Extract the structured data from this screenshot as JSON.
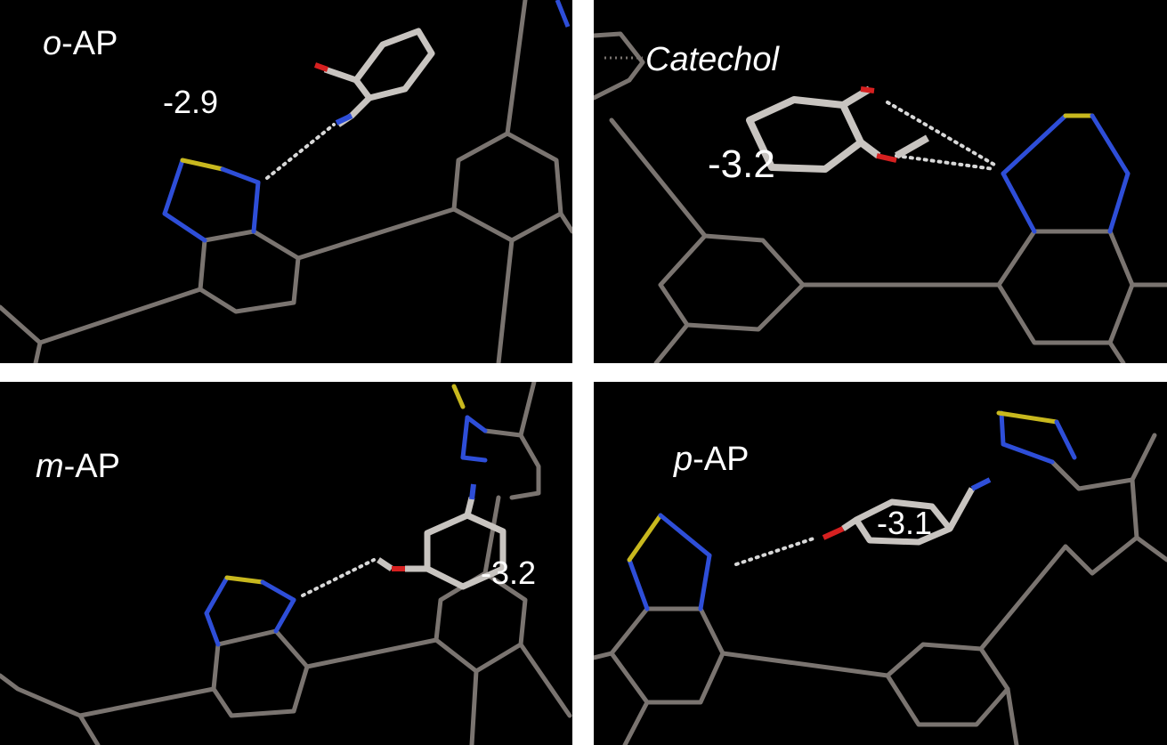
{
  "colors": {
    "background": "#000000",
    "framework": "#7a7470",
    "nitrogen": "#2e4ed8",
    "sulfur": "#c8b81e",
    "oxygen": "#d62020",
    "carbon": "#c8c4c0",
    "hbond": "#d8d8d8"
  },
  "panels": [
    {
      "id": "o-ap",
      "label_italic": "o",
      "label_rest": "-AP",
      "energy": "-2.9"
    },
    {
      "id": "catechol",
      "label_italic": "Catechol",
      "label_rest": "",
      "energy": "-3.2"
    },
    {
      "id": "m-ap",
      "label_italic": "m",
      "label_rest": "-AP",
      "energy": "-3.2"
    },
    {
      "id": "p-ap",
      "label_italic": "p",
      "label_rest": "-AP",
      "energy": "-3.1"
    }
  ]
}
